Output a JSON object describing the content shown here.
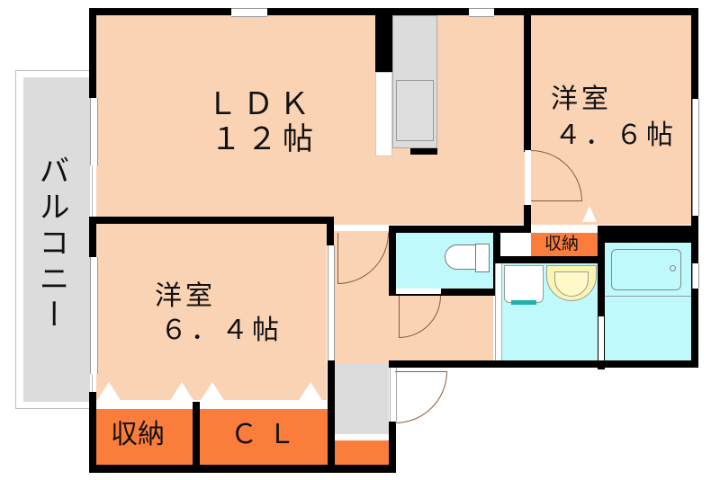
{
  "floor_plan": {
    "rooms": {
      "ldk": {
        "line1": "ＬＤＫ",
        "line2": "１２帖",
        "type": "LDK",
        "size_jo": 12
      },
      "bedroom_east": {
        "line1": "洋室",
        "line2": "４．６帖",
        "type": "Western-style room",
        "size_jo": 4.6
      },
      "bedroom_west": {
        "line1": "洋室",
        "line2": "６．４帖",
        "type": "Western-style room",
        "size_jo": 6.4
      },
      "balcony": {
        "label": "バルコニー"
      },
      "storage_bottom": {
        "label": "収納"
      },
      "closet": {
        "label": "ＣＬ"
      },
      "storage_east": {
        "label": "収納"
      }
    },
    "colors": {
      "room_floor": "#fad2b4",
      "wet_area": "#bff9fc",
      "storage": "#fb7d3c",
      "balcony_entry": "#dcdcdc",
      "wall": "#000000",
      "washbasin": "#faf5b0",
      "washer_tray": "#20b2aa"
    }
  }
}
